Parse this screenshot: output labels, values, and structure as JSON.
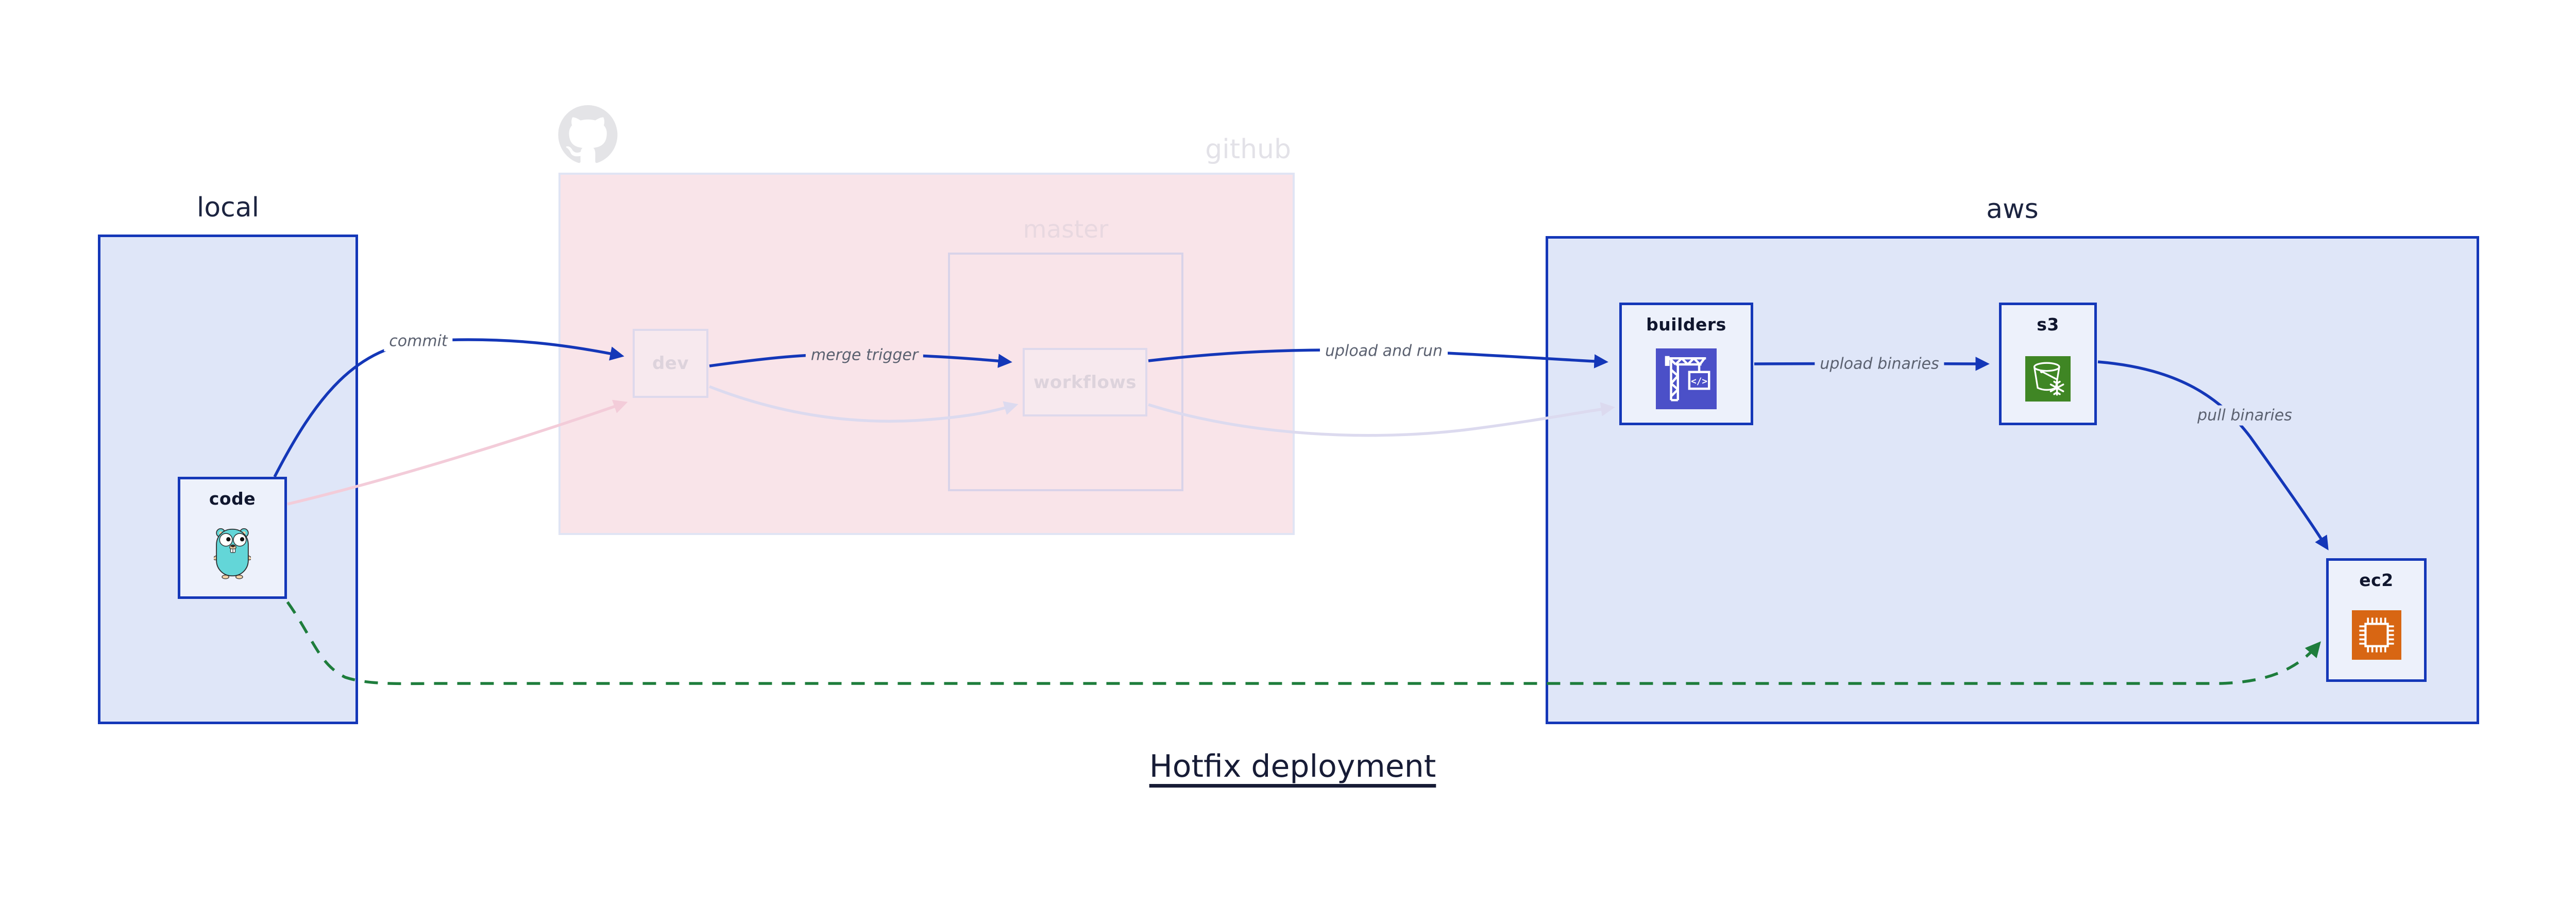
{
  "diagram": {
    "title": "Hotfix deployment",
    "type": "architecture-flow"
  },
  "groups": {
    "local": {
      "label": "local"
    },
    "github": {
      "label": "github",
      "master": {
        "label": "master"
      },
      "logo_icon": "github-octocat-icon",
      "state": "faded"
    },
    "aws": {
      "label": "aws"
    }
  },
  "nodes": {
    "code": {
      "label": "code",
      "group": "local",
      "icon": "go-gopher-icon",
      "state": "active"
    },
    "dev": {
      "label": "dev",
      "group": "github",
      "icon": null,
      "state": "faded"
    },
    "workflows": {
      "label": "workflows",
      "group": "github.master",
      "icon": null,
      "state": "faded"
    },
    "builders": {
      "label": "builders",
      "group": "aws",
      "icon": "aws-codebuild-icon",
      "state": "active"
    },
    "s3": {
      "label": "s3",
      "group": "aws",
      "icon": "aws-s3-bucket-icon",
      "state": "active"
    },
    "ec2": {
      "label": "ec2",
      "group": "aws",
      "icon": "aws-ec2-chip-icon",
      "state": "active"
    }
  },
  "edges": {
    "commit": {
      "label": "commit",
      "from": "code",
      "to": "dev",
      "style": "solid-blue"
    },
    "merge_trigger": {
      "label": "merge trigger",
      "from": "dev",
      "to": "workflows",
      "style": "solid-blue"
    },
    "upload_and_run": {
      "label": "upload and run",
      "from": "workflows",
      "to": "builders",
      "style": "solid-blue"
    },
    "upload_binaries": {
      "label": "upload binaries",
      "from": "builders",
      "to": "s3",
      "style": "solid-blue"
    },
    "pull_binaries": {
      "label": "pull binaries",
      "from": "s3",
      "to": "ec2",
      "style": "solid-blue"
    },
    "hotfix_direct": {
      "label": "",
      "from": "code",
      "to": "ec2",
      "style": "dashed-green"
    },
    "faded_code_to_dev": {
      "label": "",
      "from": "code",
      "to": "dev",
      "style": "faded-pink"
    },
    "faded_dev_to_workflows": {
      "label": "",
      "from": "dev",
      "to": "workflows",
      "style": "faded-lavender"
    },
    "faded_workflows_to_builders": {
      "label": "",
      "from": "workflows",
      "to": "builders",
      "style": "faded-lavender"
    }
  },
  "colors": {
    "accent_blue": "#1437b8",
    "dashed_green": "#1e7d3c",
    "faded_pink_edge": "#f3ccd9",
    "faded_lavender_edge": "#dcdaef",
    "local_aws_fill": "#dfe6f8",
    "github_fill": "#f9e4e9",
    "node_fill": "#edf1fb",
    "codebuild_icon_bg": "#4b50c8",
    "s3_icon_bg": "#3f8624",
    "ec2_icon_bg": "#d86613",
    "gopher_teal": "#63d6d8",
    "title_text": "#171c36",
    "edge_label_text": "#5b6170"
  }
}
